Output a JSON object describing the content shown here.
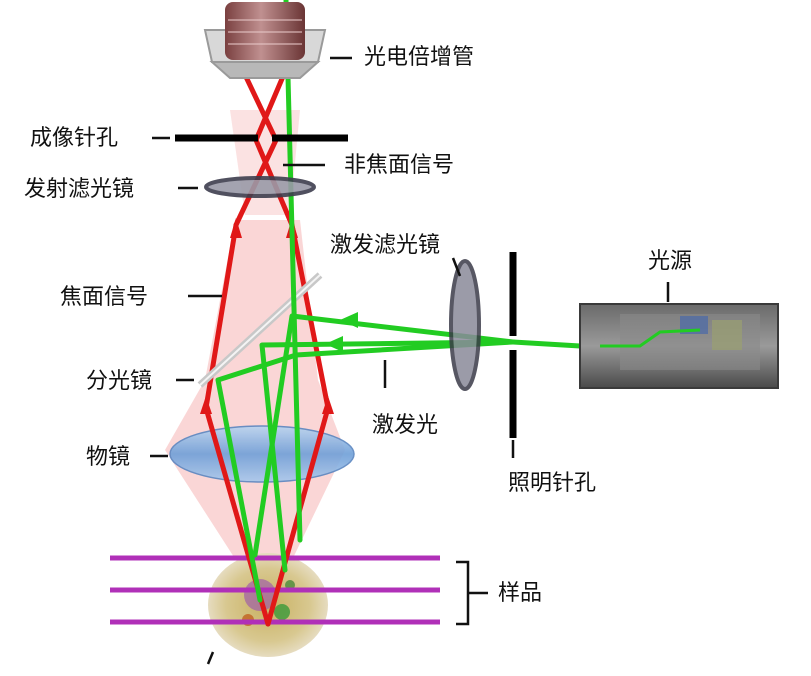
{
  "labels": {
    "pmt": "光电倍增管",
    "imaging_pinhole": "成像针孔",
    "out_of_focus_signal": "非焦面信号",
    "emission_filter": "发射滤光镜",
    "excitation_filter": "激发滤光镜",
    "light_source": "光源",
    "focal_signal": "焦面信号",
    "beam_splitter": "分光镜",
    "excitation_light": "激发光",
    "objective": "物镜",
    "illumination_pinhole": "照明针孔",
    "sample": "样品"
  },
  "colors": {
    "emission_beam": "#e01818",
    "excitation_beam": "#22cc22",
    "sample_planes": "#b030b8",
    "leader_lines": "#111111"
  }
}
